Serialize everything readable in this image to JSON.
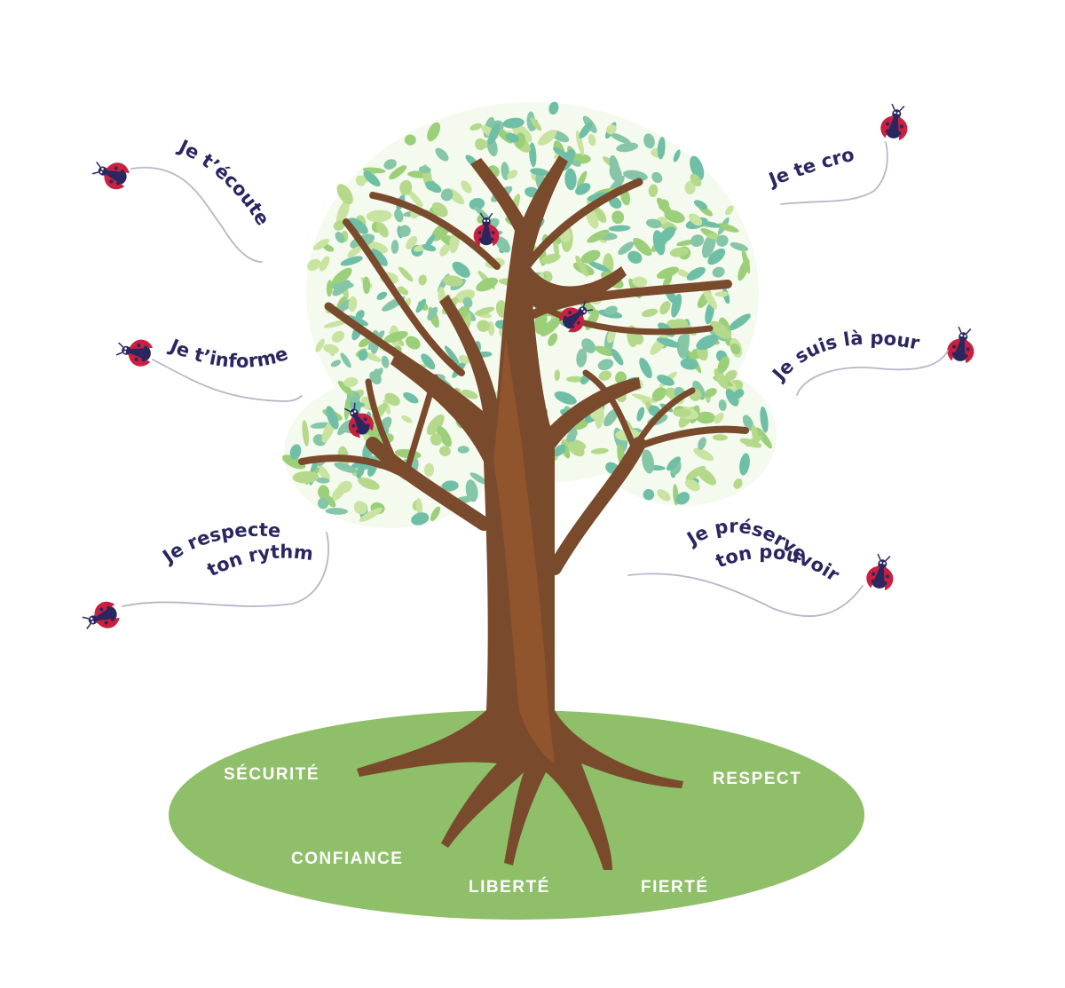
{
  "palette": {
    "ground": "#8fbf68",
    "trunk": "#7a4a2c",
    "trunk_light": "#9a5a2e",
    "leaf_colors": [
      "#6fbfa6",
      "#9ccf7a",
      "#b5d98a",
      "#c9e3a0",
      "#86c6a8"
    ],
    "text_navy": "#2a2660",
    "ladybug_red": "#c8203e",
    "ladybug_body": "#2a2660"
  },
  "phrases": {
    "ecoute": "Je t’écoute",
    "informe": "Je t’informe",
    "respecte_l1": "Je respecte",
    "respecte_l2": "ton rythme",
    "crois": "Je te crois",
    "suis_la": "Je suis là pour toi",
    "preserve_l1": "Je préserve",
    "preserve_l2": "ton pouvoir"
  },
  "values": {
    "securite": "SÉCURITÉ",
    "respect": "RESPECT",
    "confiance": "CONFIANCE",
    "liberte": "LIBERTÉ",
    "fierte": "FIERTÉ"
  }
}
